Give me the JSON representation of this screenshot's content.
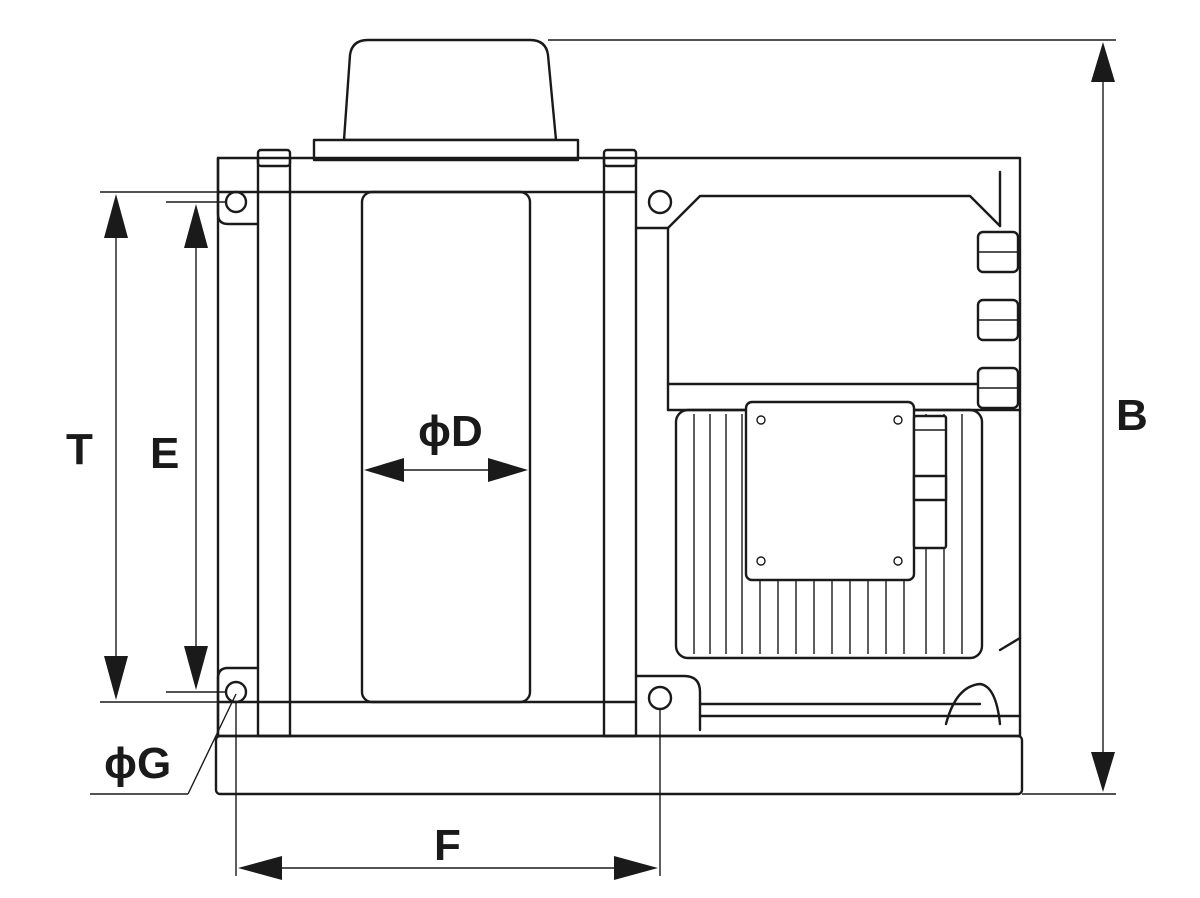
{
  "diagram": {
    "labels": {
      "overall_height": "B",
      "mounting_height": "T",
      "hole_spacing_vertical": "E",
      "diameter": "ϕD",
      "hole_diameter": "ϕG",
      "hole_spacing_horizontal": "F"
    }
  }
}
